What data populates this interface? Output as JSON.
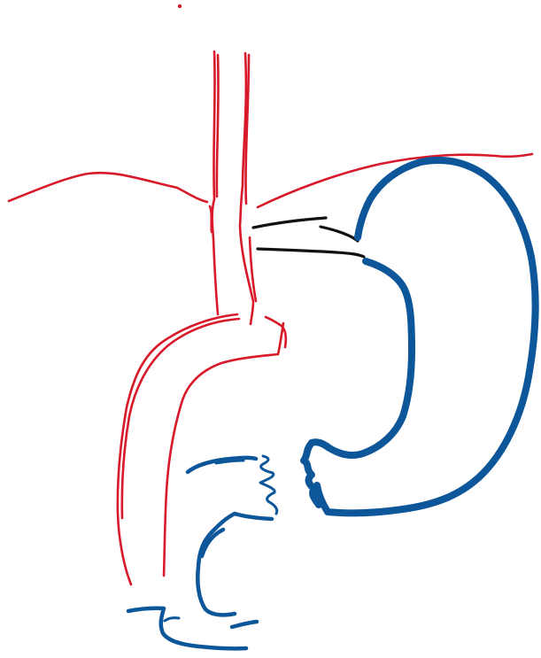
{
  "colors": {
    "background": "#ffffff",
    "red_ink": "#d8192a",
    "blue_ink": "#0d5699",
    "black_ink": "#111111"
  },
  "drawing": {
    "strokes": [
      {
        "name": "dot-mark",
        "color": "red_ink"
      },
      {
        "name": "esophagus-left-wall",
        "color": "red_ink"
      },
      {
        "name": "esophagus-right-wall",
        "color": "red_ink"
      },
      {
        "name": "diaphragm-left",
        "color": "red_ink"
      },
      {
        "name": "diaphragm-right",
        "color": "red_ink"
      },
      {
        "name": "gastroesophageal-junction-lines",
        "color": "black_ink"
      },
      {
        "name": "tube-outer-curve",
        "color": "red_ink"
      },
      {
        "name": "tube-inner-curve",
        "color": "red_ink"
      },
      {
        "name": "stomach-outline",
        "color": "blue_ink"
      },
      {
        "name": "pylorus-squiggle",
        "color": "blue_ink"
      },
      {
        "name": "duodenum-segments",
        "color": "blue_ink"
      }
    ]
  }
}
